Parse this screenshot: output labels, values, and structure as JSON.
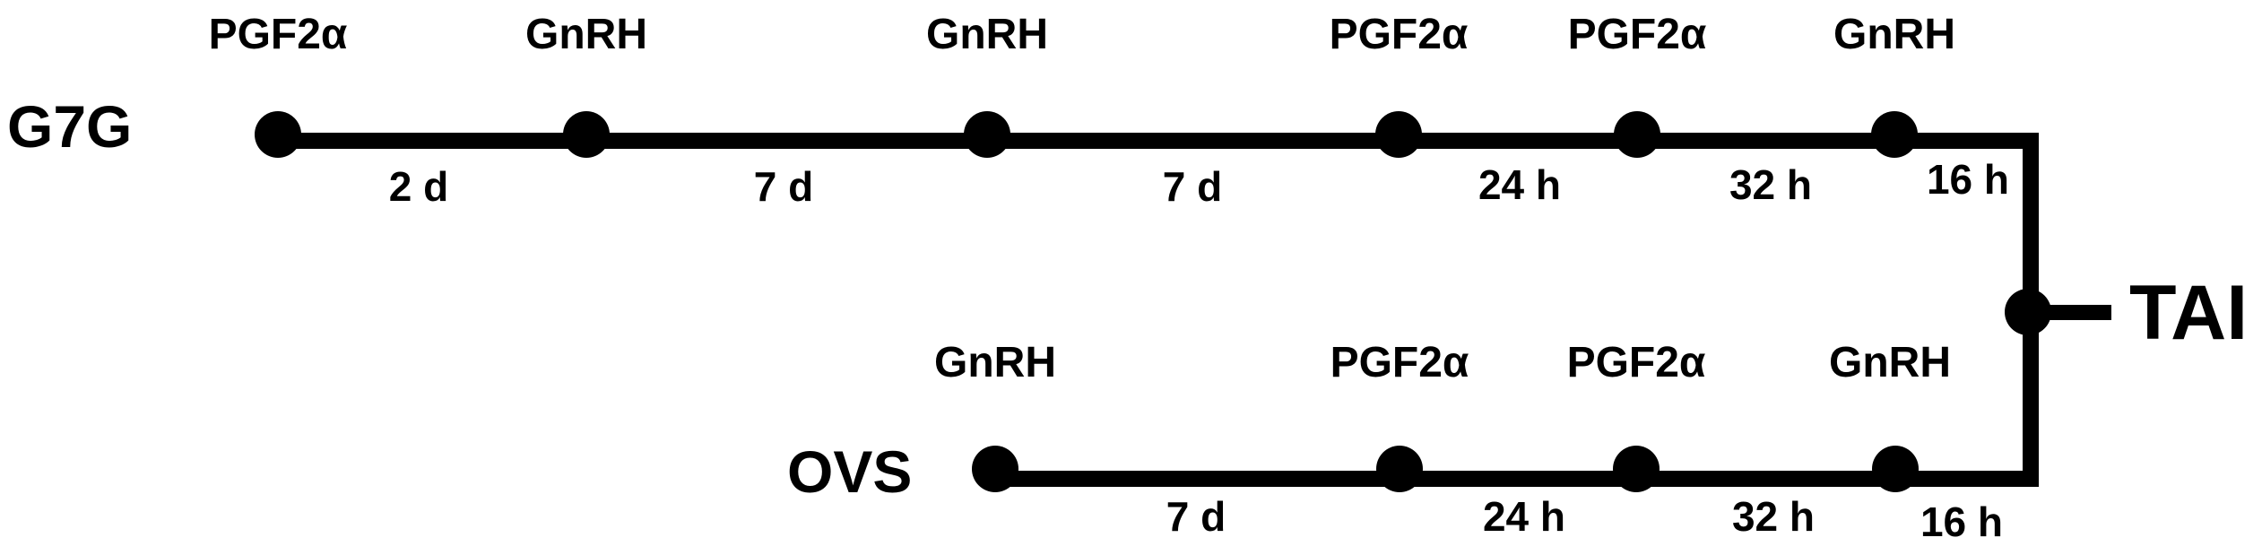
{
  "figure": {
    "background_color": "#ffffff",
    "ink_color": "#000000",
    "rows": [
      {
        "label": "G7G",
        "events": [
          "PGF2α",
          "GnRH",
          "GnRH",
          "PGF2α",
          "PGF2α",
          "GnRH"
        ],
        "intervals": [
          "2 d",
          "7 d",
          "7 d",
          "24 h",
          "32 h",
          "16 h"
        ]
      },
      {
        "label": "OVS",
        "events": [
          "GnRH",
          "PGF2α",
          "PGF2α",
          "GnRH"
        ],
        "intervals": [
          "7 d",
          "24 h",
          "32 h",
          "16 h"
        ]
      }
    ],
    "endpoint": {
      "label": "TAI"
    }
  }
}
